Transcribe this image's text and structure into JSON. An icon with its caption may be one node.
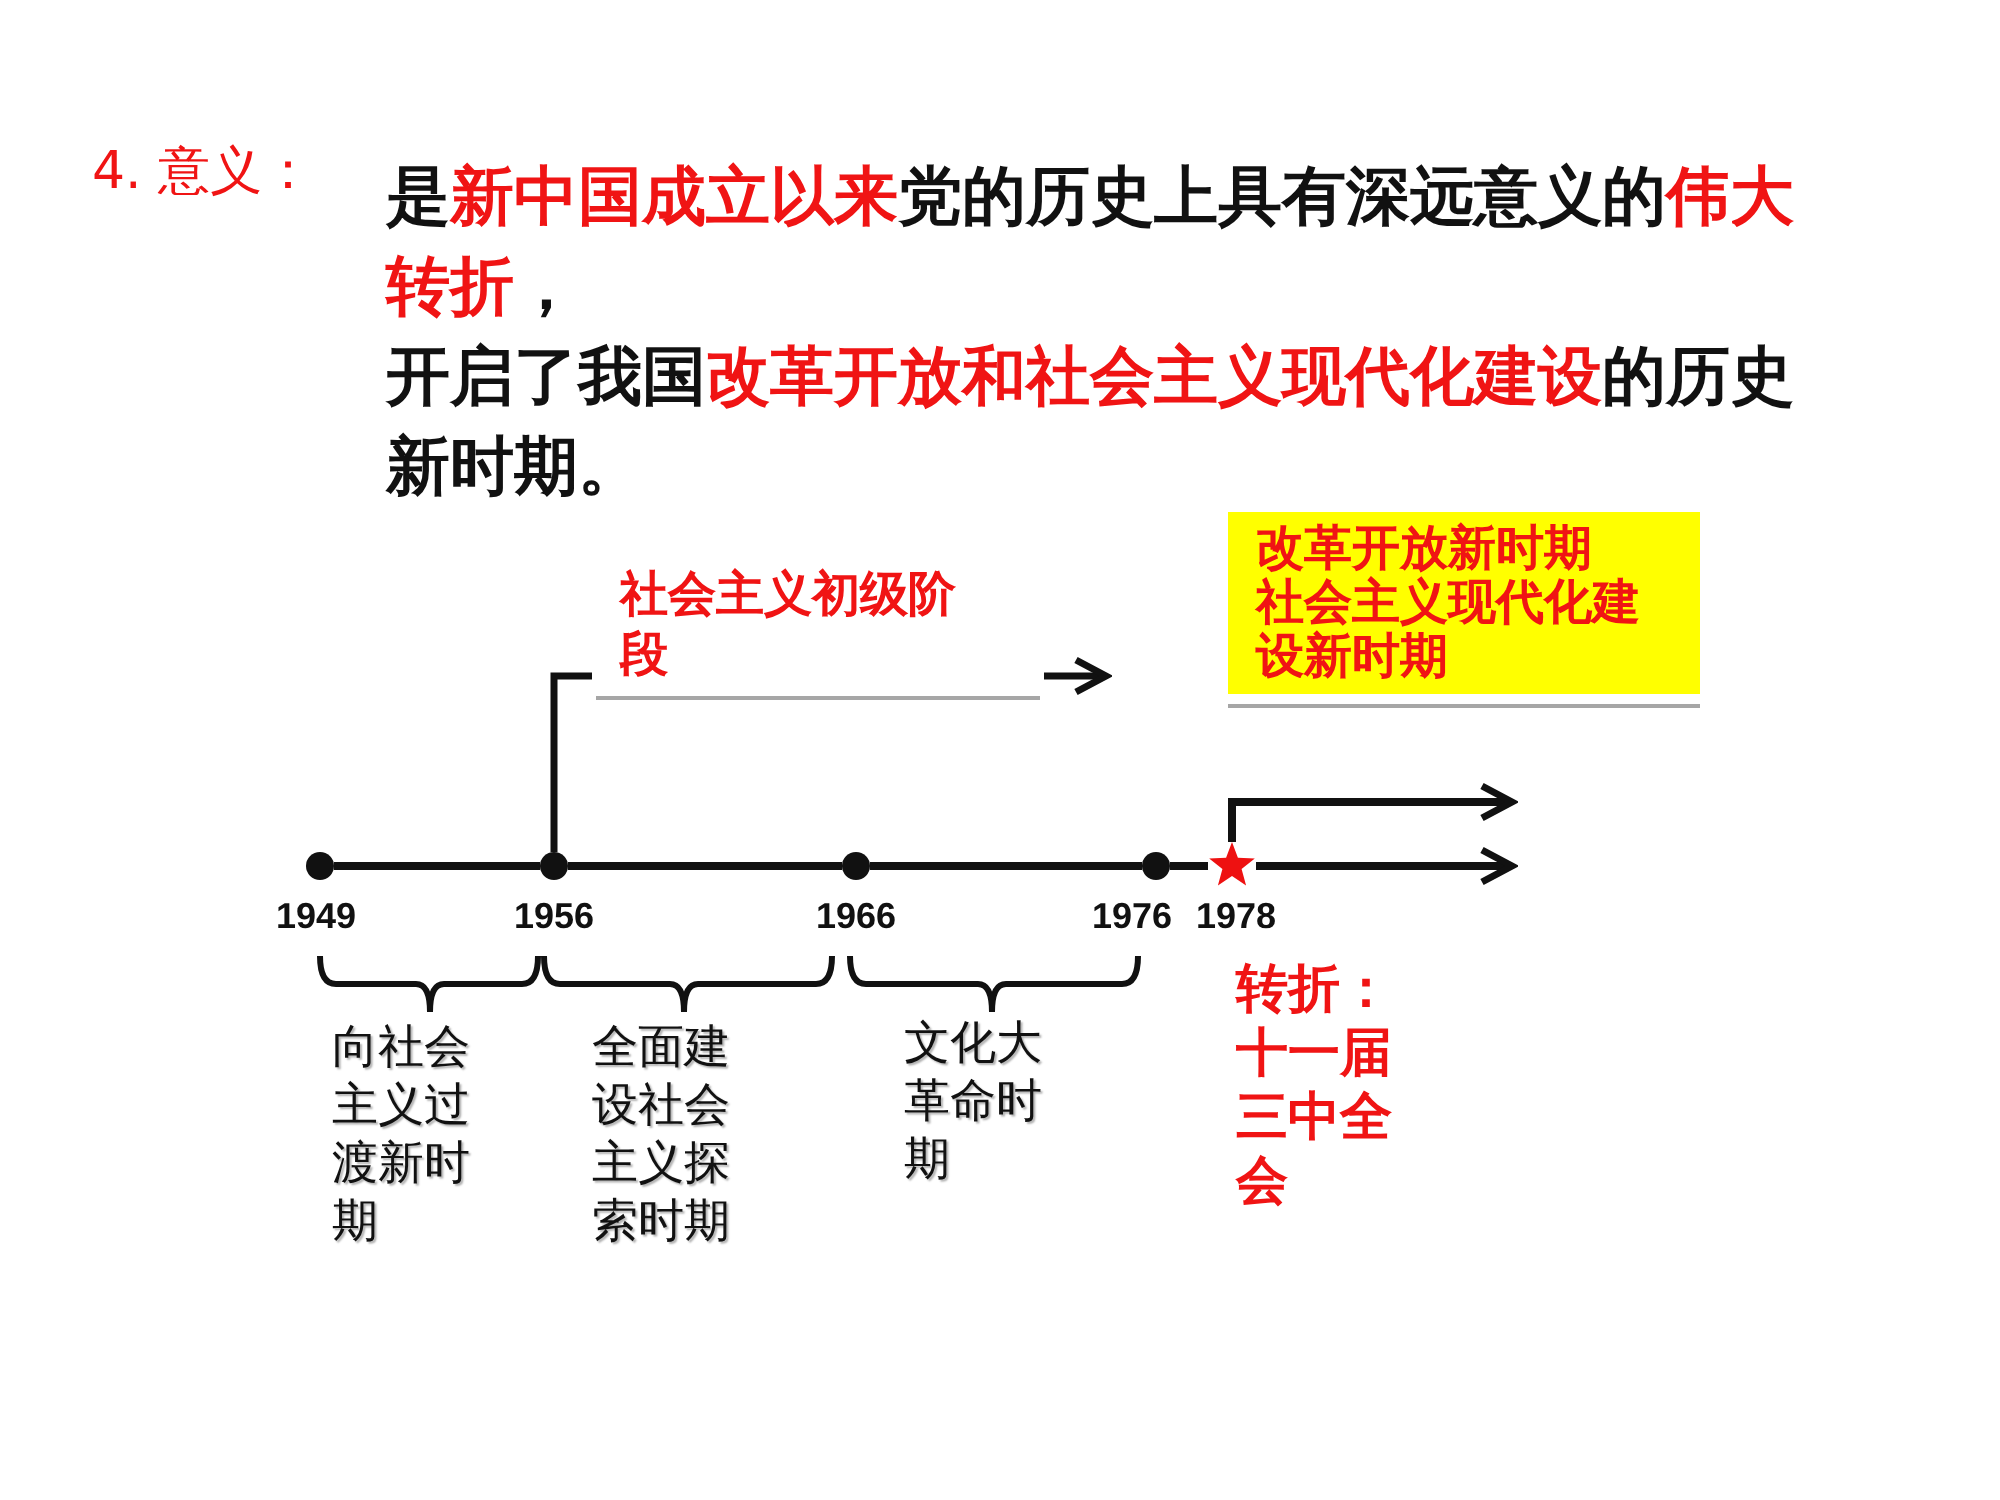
{
  "diagram": {
    "title": "4. 意义：",
    "nodes": [
      {
        "text": [
          "社会主义初级阶段"
        ]
      },
      {
        "text": [
          "改革开放新时期",
          "社会主义现代化建设新时期"
        ]
      },
      {
        "text": [],
        "shape": "circle",
        "beside": [
          "1949"
        ]
      },
      {
        "text": [],
        "shape": "circle",
        "beside": [
          "1956"
        ]
      },
      {
        "text": [],
        "shape": "circle",
        "beside": [
          "1966"
        ]
      },
      {
        "text": [],
        "shape": "circle",
        "beside": [
          "1976"
        ]
      },
      {
        "text": [],
        "shape": "star",
        "beside": [
          "1978"
        ]
      }
    ],
    "edges": [
      {
        "from": 2,
        "to": 3,
        "arrow": "none"
      },
      {
        "from": 3,
        "to": 4,
        "arrow": "none"
      },
      {
        "from": 4,
        "to": 5,
        "arrow": "none"
      },
      {
        "from": 5,
        "to": 6,
        "arrow": "none"
      },
      {
        "from": 6,
        "to": null,
        "arrow": "to"
      },
      {
        "from": 3,
        "to": null,
        "arrow": "to"
      },
      {
        "from": 6,
        "to": null,
        "arrow": "to"
      }
    ],
    "labels": [
      "是**新中国成立以来**党的历史上具有深远意义的**伟大转折**，",
      "开启了我国**改革开放和社会主义现代化建设**的历史新时期。",
      "向社会主义过渡新时期",
      "全面建设社会主义探索时期",
      "文化大革命时期",
      "转折：十一届三中全会"
    ]
  }
}
